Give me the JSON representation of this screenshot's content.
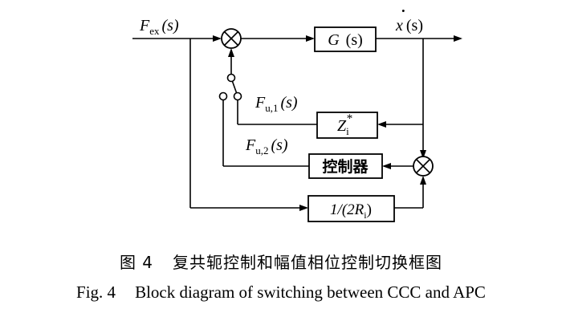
{
  "signals": {
    "fex": {
      "main": "F",
      "sub": "ex",
      "arg": "(s)"
    },
    "xdot": {
      "main": "x",
      "accent": "˙",
      "arg": "(s)"
    },
    "fu1": {
      "main": "F",
      "sub": "u,1",
      "arg": "(s)"
    },
    "fu2": {
      "main": "F",
      "sub": "u,2",
      "arg": "(s)"
    }
  },
  "blocks": {
    "g": {
      "main": "G",
      "arg": "(s)"
    },
    "zi": {
      "main": "Z",
      "sub": "i",
      "sup": "*"
    },
    "controller": {
      "label": "控制器"
    },
    "gain": {
      "prefix": "1/(2",
      "main": "R",
      "sub": "i",
      "suffix": ")"
    }
  },
  "caption": {
    "cn_number": "图 4",
    "cn_title": "复共轭控制和幅值相位控制切换框图",
    "en_number": "Fig. 4",
    "en_title": "Block diagram of switching between CCC and APC"
  }
}
